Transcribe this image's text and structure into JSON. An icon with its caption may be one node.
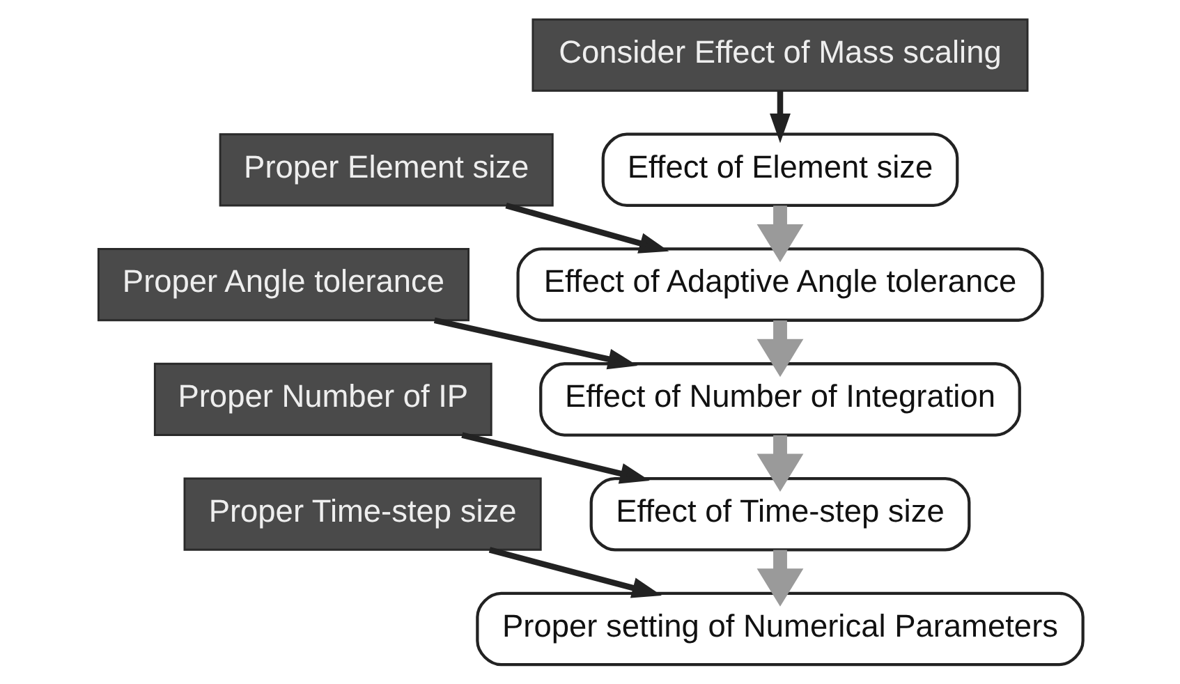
{
  "diagram": {
    "nodes": [
      {
        "text": [
          "Effect of Element size"
        ]
      },
      {
        "text": [
          "Consider Effect of Mass scaling"
        ]
      },
      {
        "text": [
          "Proper Element size"
        ]
      },
      {
        "text": [
          "Effect of Adaptive Angle tolerance"
        ]
      },
      {
        "text": [
          "Proper Angle tolerance"
        ]
      },
      {
        "text": [
          "Effect of Number of Integration"
        ]
      },
      {
        "text": [
          "Proper Number of IP"
        ]
      },
      {
        "text": [
          "Effect of Time-step size"
        ]
      },
      {
        "text": [
          "Proper Time-step size"
        ]
      },
      {
        "text": [
          "Proper setting of Numerical Parameters"
        ]
      }
    ],
    "edges": [
      {
        "from": 1,
        "to": 0,
        "arrow": "to"
      },
      {
        "from": 0,
        "to": 3,
        "arrow": "to",
        "style": "thick",
        "color": "#9a9a9a"
      },
      {
        "from": 2,
        "to": 3,
        "arrow": "to"
      },
      {
        "from": 3,
        "to": 5,
        "arrow": "to",
        "style": "thick",
        "color": "#9a9a9a"
      },
      {
        "from": 4,
        "to": 5,
        "arrow": "to"
      },
      {
        "from": 5,
        "to": 7,
        "arrow": "to",
        "style": "thick",
        "color": "#9a9a9a"
      },
      {
        "from": 6,
        "to": 7,
        "arrow": "to"
      },
      {
        "from": 7,
        "to": 9,
        "arrow": "to",
        "style": "thick",
        "color": "#9a9a9a"
      },
      {
        "from": 8,
        "to": 9,
        "arrow": "to"
      }
    ]
  }
}
